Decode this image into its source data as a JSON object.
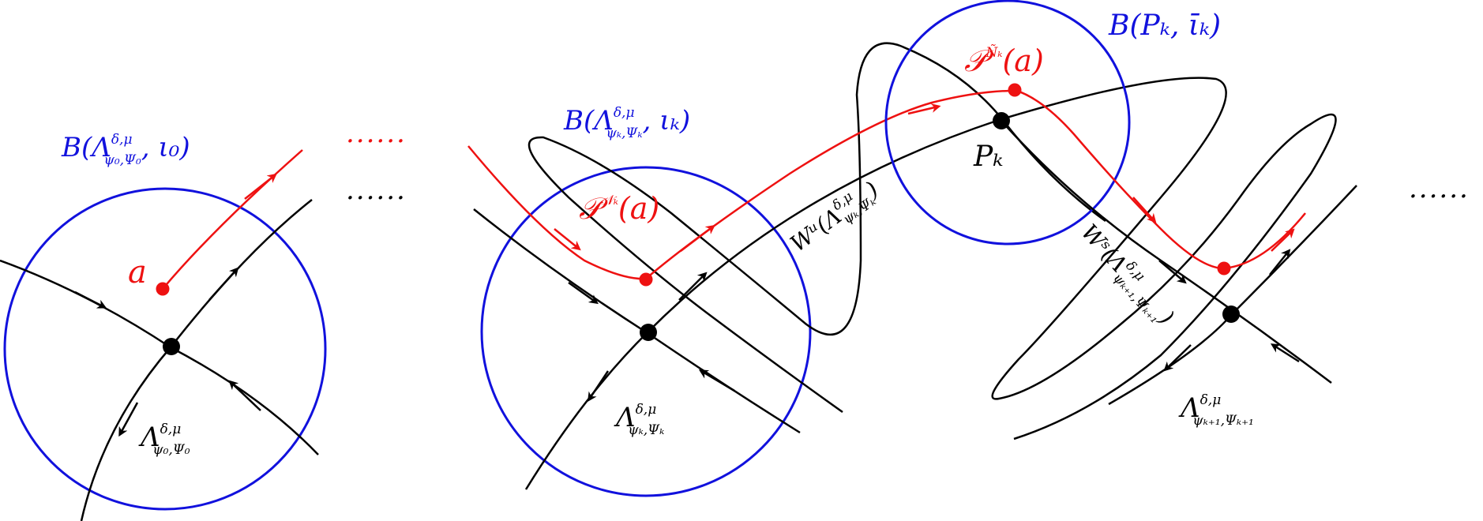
{
  "colors": {
    "stroke": "#000000",
    "ball": "#1111dd",
    "orbit": "#ee1111",
    "point": "#000000",
    "orbit_point": "#ee1111"
  },
  "labels": {
    "ball0": {
      "base": "B(Λ",
      "sup": "δ,μ",
      "sub": "ψ₀,Ψ₀",
      "tail": ", ι₀)"
    },
    "lambda0": {
      "base": "Λ",
      "sup": "δ,μ",
      "sub": "ψ₀,Ψ₀"
    },
    "point_a": "a",
    "dots_red": "......",
    "dots_black": "......",
    "ballk": {
      "base": "B(Λ",
      "sup": "δ,μ",
      "sub": "ψₖ,Ψₖ",
      "tail": ", ιₖ)"
    },
    "pnk": {
      "base": "𝒫",
      "sup": "𝒩ₖ",
      "tail": "(a)"
    },
    "lambdak": {
      "base": "Λ",
      "sup": "δ,μ",
      "sub": "ψₖ,Ψₖ"
    },
    "wu": "Wᵘ(Λ",
    "wu_sup": "δ,μ",
    "wu_sub": "ψₖ,Ψₖ",
    "wu_tail": ")",
    "ballp": "B(Pₖ, ῑₖ)",
    "pnk_tilde": {
      "base": "𝒫",
      "sup": "Ñₖ",
      "tail": "(a)"
    },
    "pk": "Pₖ",
    "ws": "Wˢ(Λ",
    "ws_sup": "δ,μ",
    "ws_sub": "ψₖ₊₁,Ψₖ₊₁",
    "ws_tail": ")",
    "lambdak1": {
      "base": "Λ",
      "sup": "δ,μ",
      "sub": "ψₖ₊₁,Ψₖ₊₁"
    },
    "dots_end": "......"
  }
}
